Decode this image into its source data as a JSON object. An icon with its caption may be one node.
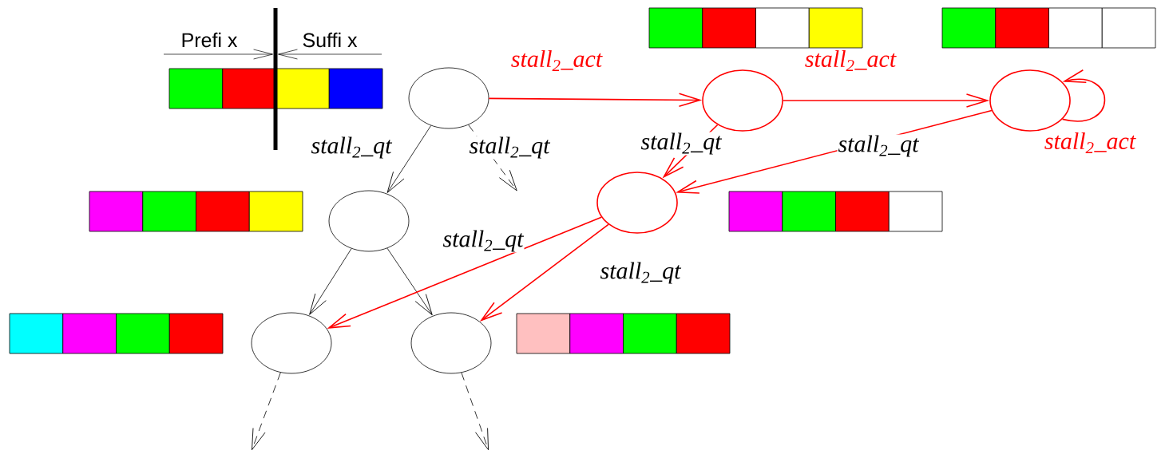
{
  "diagram": {
    "nodes": [
      {
        "text": [],
        "shape": "circle"
      },
      {
        "text": [],
        "shape": "circle"
      },
      {
        "text": [],
        "shape": "circle"
      },
      {
        "text": [],
        "shape": "circle"
      },
      {
        "text": [],
        "shape": "circle"
      },
      {
        "text": [],
        "shape": "circle"
      },
      {
        "text": [],
        "shape": "circle"
      }
    ],
    "edges": [
      {
        "from": 0,
        "to": 1,
        "arrow": "to",
        "label": "stall$_{2}$_act"
      },
      {
        "from": 1,
        "to": 2,
        "arrow": "to",
        "label": "stall$_{2}$_act"
      },
      {
        "from": 2,
        "to": 2,
        "arrow": "to",
        "label": "stall$_{2}$_act"
      },
      {
        "from": 0,
        "to": 4,
        "arrow": "to",
        "label": "stall$_{2}$_qt",
        "color": "#000000"
      },
      {
        "from": 0,
        "to": null,
        "arrow": "to",
        "label": "stall$_{2}$_qt",
        "style": "dashed",
        "color": "#000000"
      },
      {
        "from": 1,
        "to": 3,
        "arrow": "to",
        "label": "stall$_{2}$_qt"
      },
      {
        "from": 2,
        "to": 3,
        "arrow": "to",
        "label": "stall$_{2}$_qt"
      },
      {
        "from": 4,
        "to": 5,
        "arrow": "to",
        "color": "#000000"
      },
      {
        "from": 4,
        "to": 6,
        "arrow": "to",
        "color": "#000000"
      },
      {
        "from": 3,
        "to": 5,
        "arrow": "to",
        "label": "stall$_{2}$_qt"
      },
      {
        "from": 3,
        "to": 6,
        "arrow": "to",
        "label": "stall$_{2}$_qt"
      },
      {
        "from": 5,
        "to": null,
        "arrow": "to",
        "style": "dashed",
        "color": "#000000"
      },
      {
        "from": 6,
        "to": null,
        "arrow": "to",
        "style": "dashed",
        "color": "#000000"
      }
    ],
    "labels": [
      "Prefi x",
      "Suffi x"
    ]
  }
}
